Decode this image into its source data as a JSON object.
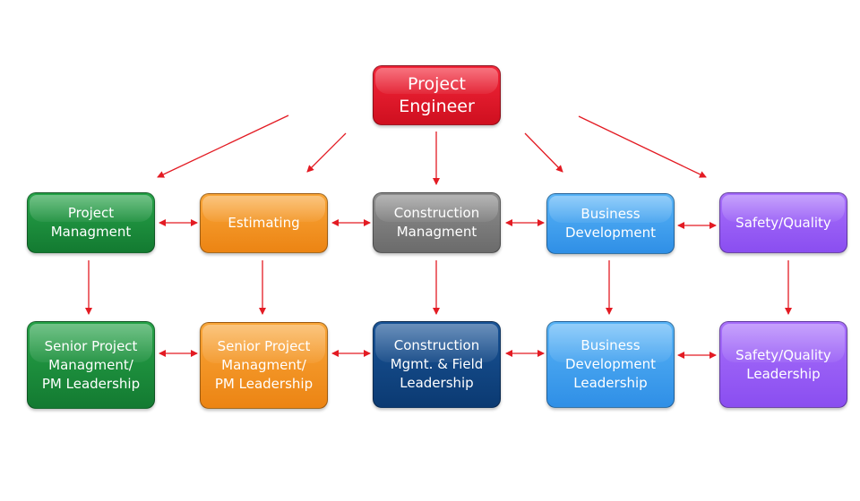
{
  "colors": {
    "top": "#e3162a",
    "green": "#1a8c3b",
    "orange": "#f39224",
    "gray": "#7b7b7b",
    "blue": "#43a1ef",
    "purple": "#9a5ff6",
    "navy": "#104580",
    "arrow": "#e31b23"
  },
  "nodes": {
    "project_engineer": "Project\nEngineer",
    "project_managment": "Project\nManagment",
    "estimating": "Estimating",
    "construction_managment": "Construction\nManagment",
    "business_development": "Business\nDevelopment",
    "safety_quality": "Safety/Quality",
    "senior_pm_leadership_green": "Senior Project\nManagment/\nPM Leadership",
    "senior_pm_leadership_orange": "Senior Project\nManagment/\nPM Leadership",
    "construction_field_leadership": "Construction\nMgmt. & Field\nLeadership",
    "business_development_leadership": "Business\nDevelopment\nLeadership",
    "safety_quality_leadership": "Safety/Quality\nLeadership"
  }
}
